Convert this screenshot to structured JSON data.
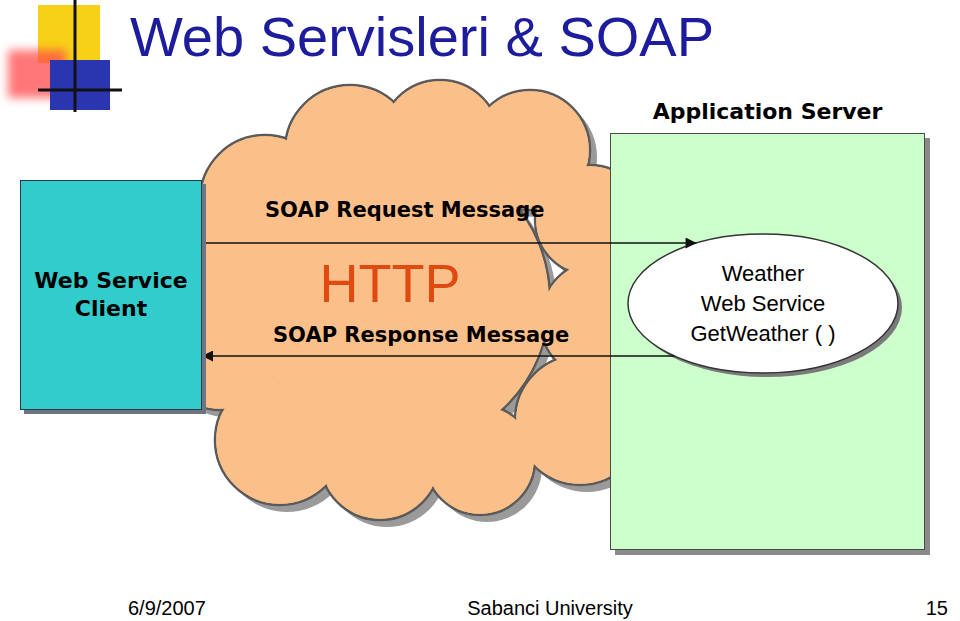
{
  "diagram": {
    "title": "Web Servisleri & SOAP",
    "nodes": [
      {
        "text": [
          "Web Service Client"
        ]
      },
      {
        "text": [
          "HTTP"
        ]
      },
      {
        "text": [
          "Application Server"
        ]
      },
      {
        "text": [
          "Weather",
          "Web Service",
          "GetWeather ( )"
        ],
        "in": 2
      }
    ],
    "edges": [
      {
        "from": 0,
        "to": 3,
        "label": "SOAP Request Message",
        "arrow": "to"
      },
      {
        "from": 3,
        "to": 0,
        "label": "SOAP Response Message",
        "arrow": "to"
      }
    ],
    "labels": [
      "6/9/2007",
      "Sabanci University",
      "15"
    ]
  }
}
